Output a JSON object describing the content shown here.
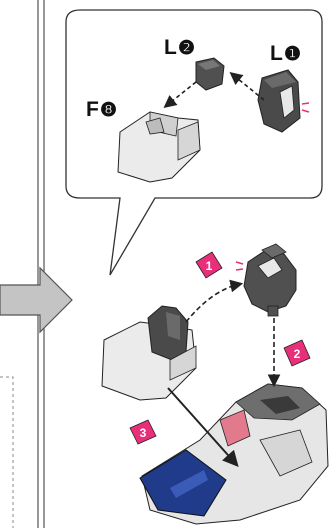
{
  "callout": {
    "parts": [
      {
        "letter": "L",
        "number": "❷"
      },
      {
        "letter": "L",
        "number": "❶"
      },
      {
        "letter": "F",
        "number": "❽"
      }
    ]
  },
  "steps": [
    "1",
    "2",
    "3"
  ],
  "colors": {
    "step_badge": "#e8307a",
    "part_dark": "#4a4a4a",
    "part_light": "#e8e8e8",
    "part_blue": "#1f3b8a",
    "part_red": "#e07a8c",
    "line": "#222222"
  }
}
